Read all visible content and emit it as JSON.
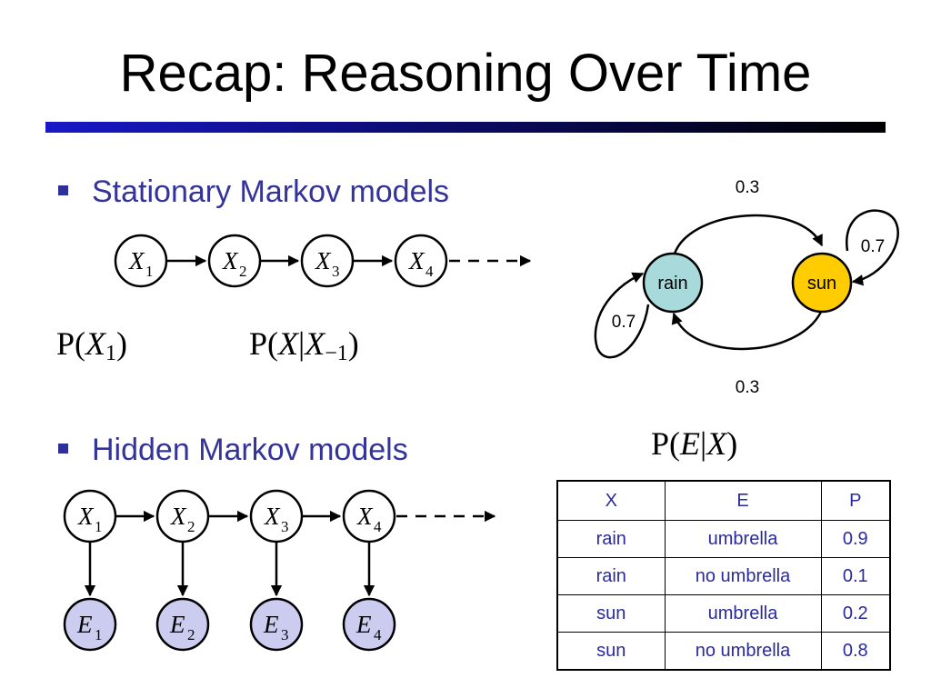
{
  "slide": {
    "title": "Recap: Reasoning Over Time",
    "bullet_markov": "Stationary Markov models",
    "bullet_hmm": "Hidden Markov models"
  },
  "markov_chain": {
    "nodes": [
      {
        "var": "X",
        "sub": "1"
      },
      {
        "var": "X",
        "sub": "2"
      },
      {
        "var": "X",
        "sub": "3"
      },
      {
        "var": "X",
        "sub": "4"
      }
    ],
    "initial_formula": {
      "fn": "P(",
      "var": "X",
      "sub": "1",
      "close": ")"
    },
    "transition_formula": {
      "fn": "P(",
      "var": "X",
      "bar": "|",
      "var2": "X",
      "sub": "−1",
      "close": ")"
    }
  },
  "hmm": {
    "hidden": [
      {
        "var": "X",
        "sub": "1"
      },
      {
        "var": "X",
        "sub": "2"
      },
      {
        "var": "X",
        "sub": "3"
      },
      {
        "var": "X",
        "sub": "4"
      }
    ],
    "evidence": [
      {
        "var": "E",
        "sub": "1"
      },
      {
        "var": "E",
        "sub": "2"
      },
      {
        "var": "E",
        "sub": "3"
      },
      {
        "var": "E",
        "sub": "4"
      }
    ],
    "emission_formula": {
      "fn": "P(",
      "var": "E",
      "bar": "|",
      "var2": "X",
      "close": ")"
    }
  },
  "weather": {
    "states": [
      {
        "name": "rain",
        "color": "#a8dadc"
      },
      {
        "name": "sun",
        "color": "#ffcc00"
      }
    ],
    "transitions": {
      "rain_to_sun": "0.3",
      "sun_to_sun": "0.7",
      "sun_to_rain": "0.3",
      "rain_to_rain": "0.7"
    }
  },
  "emission_table": {
    "headers": [
      "X",
      "E",
      "P"
    ],
    "rows": [
      [
        "rain",
        "umbrella",
        "0.9"
      ],
      [
        "rain",
        "no umbrella",
        "0.1"
      ],
      [
        "sun",
        "umbrella",
        "0.2"
      ],
      [
        "sun",
        "no umbrella",
        "0.8"
      ]
    ]
  },
  "colors": {
    "bullet_text": "#33339a",
    "evidence_node": "#ccccf0",
    "rain_node": "#a8dadc",
    "sun_node": "#ffcc00",
    "table_text": "#2a2aa0"
  }
}
